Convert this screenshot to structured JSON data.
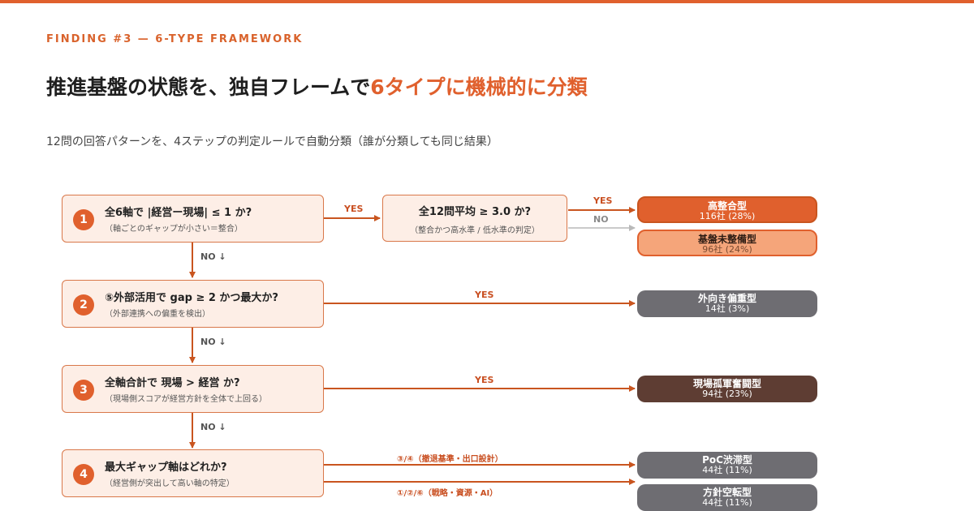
{
  "header": {
    "eyebrow": "FINDING #3 — 6-TYPE FRAMEWORK",
    "title_main": "推進基盤の状態を、独自フレームで",
    "title_highlight": "6タイプに機械的に分類",
    "subtitle": "12問の回答パターンを、4ステップの判定ルールで自動分類（誰が分類しても同じ結果）"
  },
  "steps": [
    {
      "num": "1",
      "title": "全6軸で |経営ー現場| ≤ 1 か?",
      "sub": "（軸ごとのギャップが小さい＝整合）"
    },
    {
      "num": "2",
      "title": "⑤外部活用で gap ≥ 2 かつ最大か?",
      "sub": "（外部連携への偏重を検出）"
    },
    {
      "num": "3",
      "title": "全軸合計で 現場 > 経営 か?",
      "sub": "（現場側スコアが経営方針を全体で上回る）"
    },
    {
      "num": "4",
      "title": "最大ギャップ軸はどれか?",
      "sub": "（経営側が突出して高い軸の特定）"
    }
  ],
  "check": {
    "title": "全12問平均 ≥ 3.0 か?",
    "sub": "（整合かつ高水準 / 低水準の判定）"
  },
  "results": [
    {
      "name": "高整合型",
      "count": "116社 (28%)",
      "color": "#e0602d"
    },
    {
      "name": "基盤未整備型",
      "count": "96社 (24%)",
      "color": "#f5a57a"
    },
    {
      "name": "外向き偏重型",
      "count": "14社 (3%)",
      "color": "#6e6d72"
    },
    {
      "name": "現場孤軍奮闘型",
      "count": "94社 (23%)",
      "color": "#5e3d33"
    },
    {
      "name": "PoC渋滞型",
      "count": "44社 (11%)",
      "color": "#6e6d72"
    },
    {
      "name": "方針空転型",
      "count": "44社 (11%)",
      "color": "#6e6d72"
    }
  ],
  "labels": {
    "yes": "YES",
    "no": "NO",
    "no_down": "NO ↓",
    "branch_a": "③/④（撤退基準・出口設計）",
    "branch_b": "①/②/⑥（戦略・資源・AI）"
  },
  "colors": {
    "accent": "#e0602d",
    "box_fill": "#fdeee6",
    "box_border": "#d9784a",
    "arrow": "#c9551f",
    "no_arrow": "#b9b9b9"
  }
}
